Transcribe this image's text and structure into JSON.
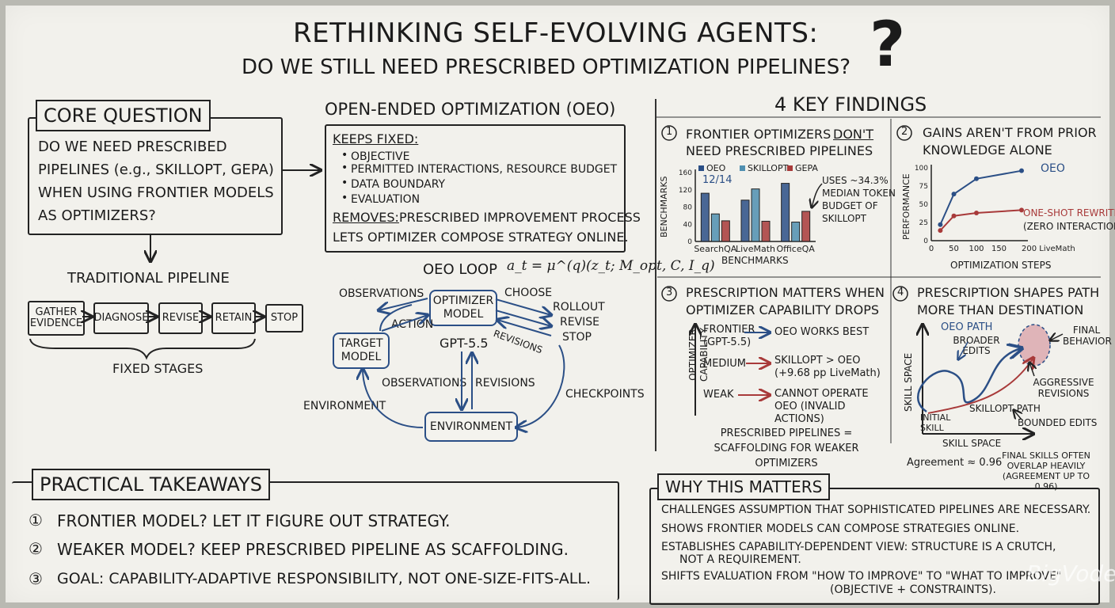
{
  "title": {
    "line1": "RETHINKING SELF-EVOLVING AGENTS:",
    "line2": "DO WE STILL NEED PRESCRIBED OPTIMIZATION PIPELINES?",
    "qmark": "?"
  },
  "core": {
    "header": "CORE QUESTION",
    "lines": [
      "DO WE NEED PRESCRIBED",
      "PIPELINES (e.g., SKILLOPT, GEPA)",
      "WHEN USING FRONTIER MODELS",
      "AS OPTIMIZERS?"
    ]
  },
  "pipeline": {
    "title": "TRADITIONAL PIPELINE",
    "stages": [
      "GATHER EVIDENCE",
      "DIAGNOSE",
      "REVISE",
      "RETAIN",
      "STOP"
    ],
    "caption": "FIXED STAGES"
  },
  "oeo": {
    "title": "OPEN-ENDED OPTIMIZATION (OEO)",
    "keeps_label": "KEEPS FIXED:",
    "keeps": [
      "OBJECTIVE",
      "PERMITTED INTERACTIONS, RESOURCE BUDGET",
      "DATA BOUNDARY",
      "EVALUATION"
    ],
    "removes_label": "REMOVES:",
    "removes_text": "PRESCRIBED IMPROVEMENT PROCESS",
    "lets": "LETS OPTIMIZER COMPOSE STRATEGY ONLINE."
  },
  "loop": {
    "title": "OEO LOOP",
    "formula": "a_t = μ^(q)(z_t; M_opt, C, I_q)",
    "optimizer": "OPTIMIZER MODEL",
    "target": "TARGET MODEL",
    "environment": "ENVIRONMENT",
    "gpt": "GPT-5.5",
    "labels": {
      "observations_top": "OBSERVATIONS",
      "action": "ACTION",
      "choose": "CHOOSE",
      "rollout": "ROLLOUT",
      "revise": "REVISE",
      "stop": "STOP",
      "revisions_diag": "REVISIONS",
      "observations_mid": "OBSERVATIONS",
      "revisions_mid": "REVISIONS",
      "checkpoints": "CHECKPOINTS",
      "environment_left": "ENVIRONMENT"
    }
  },
  "findings": {
    "title": "4 KEY FINDINGS",
    "f1": {
      "num": "1",
      "title_a": "FRONTIER OPTIMIZERS",
      "title_b": "DON'T",
      "title_c": "NEED PRESCRIBED PIPELINES",
      "note": "USES ~34.3% MEDIAN TOKEN BUDGET OF SKILLOPT",
      "annot": "12/14"
    },
    "f2": {
      "num": "2",
      "title": "GAINS AREN'T FROM PRIOR KNOWLEDGE ALONE"
    },
    "f3": {
      "num": "3",
      "title": "PRESCRIPTION MATTERS WHEN OPTIMIZER CAPABILITY DROPS",
      "axis": "OPTIMIZER CAPABILITY",
      "rows": [
        {
          "level": "FRONTIER (GPT-5.5)",
          "result": "OEO WORKS BEST"
        },
        {
          "level": "MEDIUM",
          "result": "SKILLOPT > OEO (+9.68 pp LiveMath)"
        },
        {
          "level": "WEAK",
          "result": "CANNOT OPERATE OEO (INVALID ACTIONS)"
        }
      ],
      "footer": "PRESCRIBED PIPELINES = SCAFFOLDING FOR WEAKER OPTIMIZERS"
    },
    "f4": {
      "num": "4",
      "title": "PRESCRIPTION SHAPES PATH MORE THAN DESTINATION",
      "oeo_path": "OEO PATH",
      "broader": "BROADER EDITS",
      "final": "FINAL BEHAVIOR",
      "aggressive": "AGGRESSIVE REVISIONS",
      "skillopt_path": "SKILLOPT PATH",
      "bounded": "BOUNDED EDITS",
      "initial": "INITIAL SKILL",
      "x_axis": "SKILL SPACE",
      "y_axis": "SKILL SPACE",
      "agreement": "Agreement ≈ 0.96",
      "overlap": "FINAL SKILLS OFTEN OVERLAP HEAVILY (AGREEMENT UP TO 0.96)"
    }
  },
  "takeaways": {
    "header": "PRACTICAL TAKEAWAYS",
    "items": [
      "FRONTIER MODEL? LET IT FIGURE OUT STRATEGY.",
      "WEAKER MODEL? KEEP PRESCRIBED PIPELINE AS SCAFFOLDING.",
      "GOAL: CAPABILITY-ADAPTIVE RESPONSIBILITY, NOT ONE-SIZE-FITS-ALL."
    ]
  },
  "why": {
    "header": "WHY THIS MATTERS",
    "lines": [
      "CHALLENGES ASSUMPTION THAT SOPHISTICATED PIPELINES ARE NECESSARY.",
      "SHOWS FRONTIER MODELS CAN COMPOSE STRATEGIES ONLINE.",
      "ESTABLISHES CAPABILITY-DEPENDENT VIEW: STRUCTURE IS A CRUTCH,",
      "NOT A REQUIREMENT.",
      "SHIFTS EVALUATION FROM \"HOW TO IMPROVE\" TO \"WHAT TO IMPROVE\"",
      "(OBJECTIVE + CONSTRAINTS)."
    ]
  },
  "watermark": "BigVodev",
  "colors": {
    "blue": "#2b4f86",
    "teal": "#4f8fb0",
    "red": "#a83a3a",
    "ink": "#1b1b1b"
  },
  "chart_data": [
    {
      "type": "bar",
      "title": "",
      "categories": [
        "SearchQA",
        "LiveMath",
        "OfficeQA"
      ],
      "series": [
        {
          "name": "OEO",
          "values": [
            112,
            96,
            135
          ]
        },
        {
          "name": "SKILLOPT",
          "values": [
            64,
            122,
            45
          ]
        },
        {
          "name": "GEPA",
          "values": [
            48,
            47,
            70
          ]
        }
      ],
      "xlabel": "BENCHMARKS",
      "ylabel": "BENCHMARKS",
      "ylim": [
        0,
        160
      ],
      "yticks": [
        0,
        40,
        80,
        120,
        160
      ],
      "legend": "top-left"
    },
    {
      "type": "line",
      "title": "",
      "x": [
        20,
        50,
        100,
        200
      ],
      "series": [
        {
          "name": "OEO",
          "values": [
            22,
            64,
            85,
            96
          ]
        },
        {
          "name": "ONE-SHOT REWRITE",
          "values": [
            14,
            34,
            38,
            42
          ]
        }
      ],
      "xlabel": "OPTIMIZATION STEPS",
      "ylabel": "PERFORMANCE",
      "xtick_labels": [
        "0",
        "50",
        "100",
        "150",
        "200 LiveMath"
      ],
      "xticks": [
        0,
        50,
        100,
        150,
        200
      ],
      "ylim": [
        0,
        100
      ],
      "yticks": [
        0,
        25,
        50,
        75,
        100
      ],
      "annotations": [
        "(ZERO INTERACTION)"
      ]
    }
  ]
}
